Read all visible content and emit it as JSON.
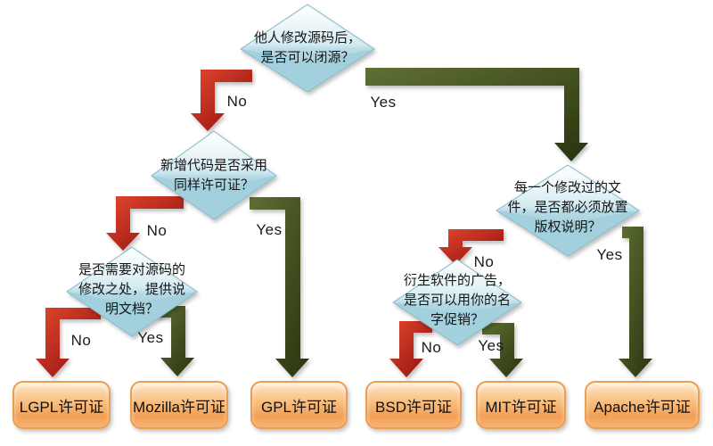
{
  "colors": {
    "arrow_red_light": "#e2472c",
    "arrow_red_dark": "#8c0d10",
    "arrow_green_light": "#5f7034",
    "arrow_green_dark": "#28330e",
    "diamond_top": "#e6f4f8",
    "diamond_mid": "#c2e2eb",
    "diamond_bottom": "#a3d0dd",
    "diamond_border": "#86b9c9",
    "box_top": "#fde7c8",
    "box_mid": "#f8bd7d",
    "box_low": "#f29f55",
    "box_mid2": "#f7b372",
    "box_border": "#eb9d52"
  },
  "decisions": [
    {
      "id": "d1",
      "lines": [
        "他人修改源码后，",
        "是否可以闭源？"
      ]
    },
    {
      "id": "d2",
      "lines": [
        "新增代码是否采用",
        "同样许可证？"
      ]
    },
    {
      "id": "d3",
      "lines": [
        "是否需要对源码的",
        "修改之处，提供说",
        "明文档？"
      ]
    },
    {
      "id": "d4",
      "lines": [
        "每一个修改过的文",
        "件，是否都必须放置",
        "版权说明？"
      ]
    },
    {
      "id": "d5",
      "lines": [
        "衍生软件的广告，",
        "是否可以用你的名",
        "字促销？"
      ]
    }
  ],
  "edge_labels": [
    {
      "id": "d1-no",
      "label": "No"
    },
    {
      "id": "d1-yes",
      "label": "Yes"
    },
    {
      "id": "d2-no",
      "label": "No"
    },
    {
      "id": "d2-yes",
      "label": "Yes"
    },
    {
      "id": "d3-no",
      "label": "No"
    },
    {
      "id": "d3-yes",
      "label": "Yes"
    },
    {
      "id": "d4-no",
      "label": "No"
    },
    {
      "id": "d4-yes",
      "label": "Yes"
    },
    {
      "id": "d5-no",
      "label": "No"
    },
    {
      "id": "d5-yes",
      "label": "Yes"
    }
  ],
  "licenses": [
    {
      "label": "LGPL许可证"
    },
    {
      "label": "Mozilla许可证"
    },
    {
      "label": "GPL许可证"
    },
    {
      "label": "BSD许可证"
    },
    {
      "label": "MIT许可证"
    },
    {
      "label": "Apache许可证"
    }
  ]
}
